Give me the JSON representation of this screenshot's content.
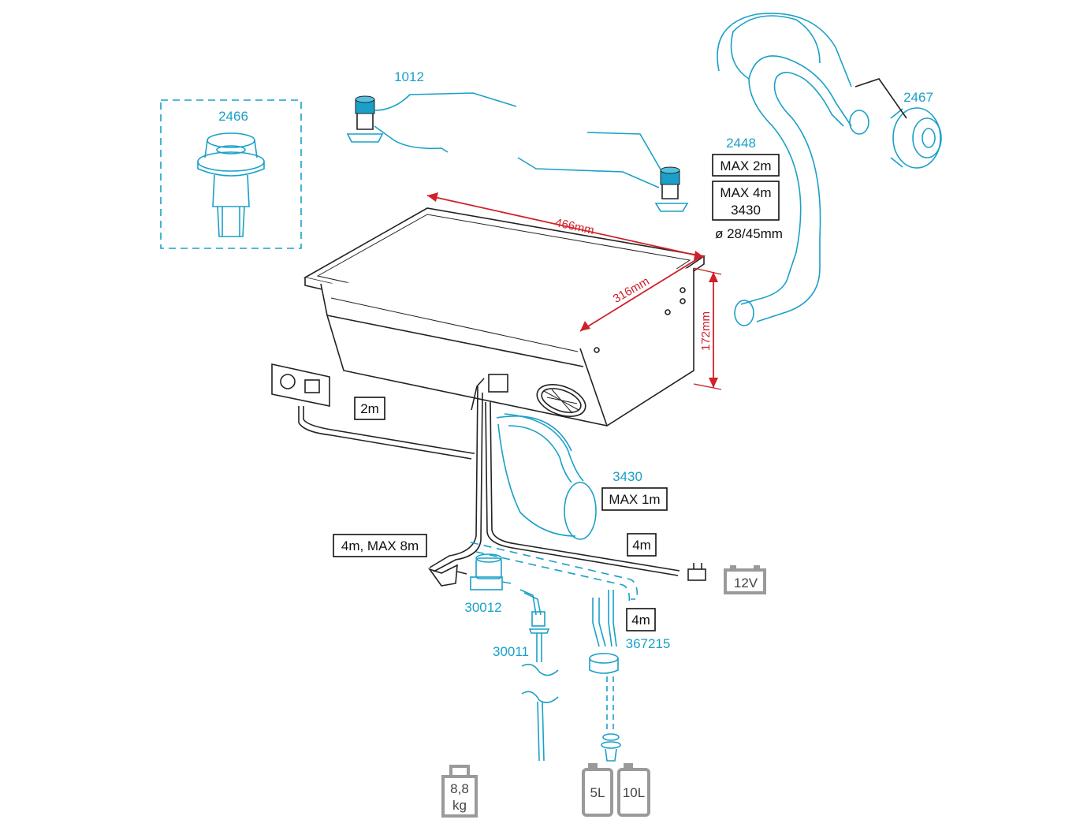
{
  "parts": {
    "p2466": "2466",
    "p1012": "1012",
    "p2467": "2467",
    "p2448": "2448",
    "p3430": "3430",
    "p30012": "30012",
    "p30011": "30011",
    "p367215": "367215"
  },
  "specs": {
    "max2m": "MAX 2m",
    "max4m": "MAX 4m",
    "max4m_part": "3430",
    "diameter": "ø 28/45mm",
    "max1m": "MAX 1m",
    "cable_2m": "2m",
    "fuel_line": "4m, MAX 8m",
    "power_4m": "4m",
    "tank_4m": "4m",
    "voltage": "12V"
  },
  "dimensions": {
    "length": "466mm",
    "width": "316mm",
    "height": "172mm"
  },
  "weight": {
    "value": "8,8",
    "unit": "kg"
  },
  "tanks": [
    "5L",
    "10L"
  ],
  "colors": {
    "part_label": "#1aa0c8",
    "dimension": "#d0202a",
    "outline": "#222222",
    "symbol_gray": "#9a9a9a"
  }
}
